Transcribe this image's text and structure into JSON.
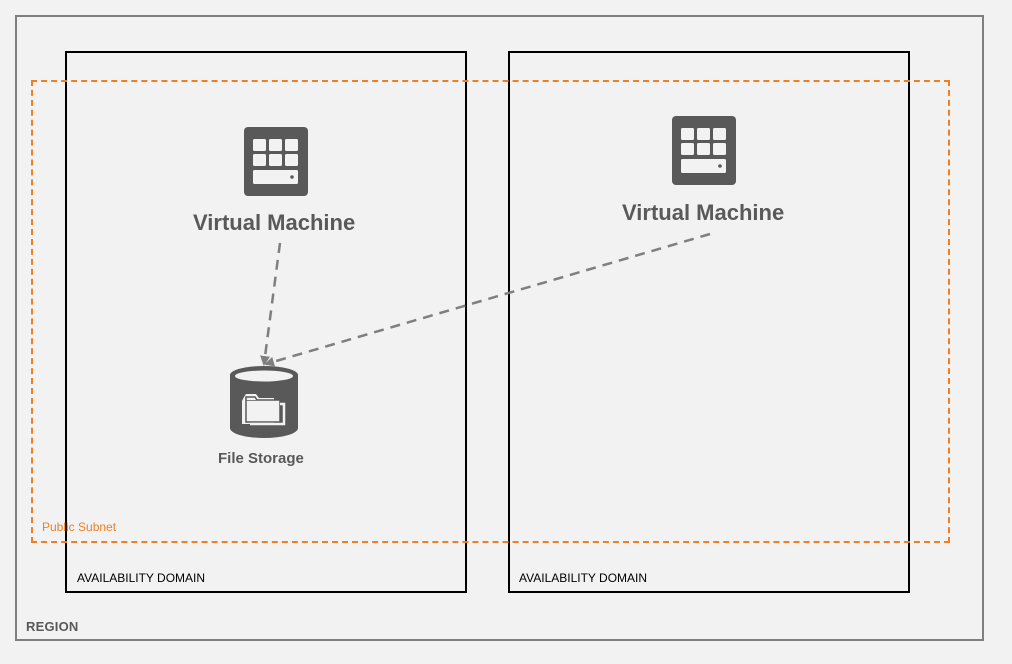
{
  "region": {
    "label": "REGION"
  },
  "availability_domains": [
    {
      "label": "AVAILABILITY DOMAIN"
    },
    {
      "label": "AVAILABILITY DOMAIN"
    }
  ],
  "subnet": {
    "label": "Public Subnet",
    "color": "#ef7f22"
  },
  "nodes": {
    "vm_1": {
      "label": "Virtual Machine",
      "icon": "virtual-machine-icon"
    },
    "vm_2": {
      "label": "Virtual Machine",
      "icon": "virtual-machine-icon"
    },
    "file_storage": {
      "label": "File Storage",
      "icon": "file-storage-icon"
    }
  },
  "edges": [
    {
      "from": "vm_1",
      "to": "file_storage",
      "style": "dashed-arrow"
    },
    {
      "from": "vm_2",
      "to": "file_storage",
      "style": "dashed-arrow"
    }
  ],
  "colors": {
    "background": "#f2f2f2",
    "icon": "#595959",
    "region_border": "#7f7f7f",
    "connector": "#7f7f7f"
  }
}
